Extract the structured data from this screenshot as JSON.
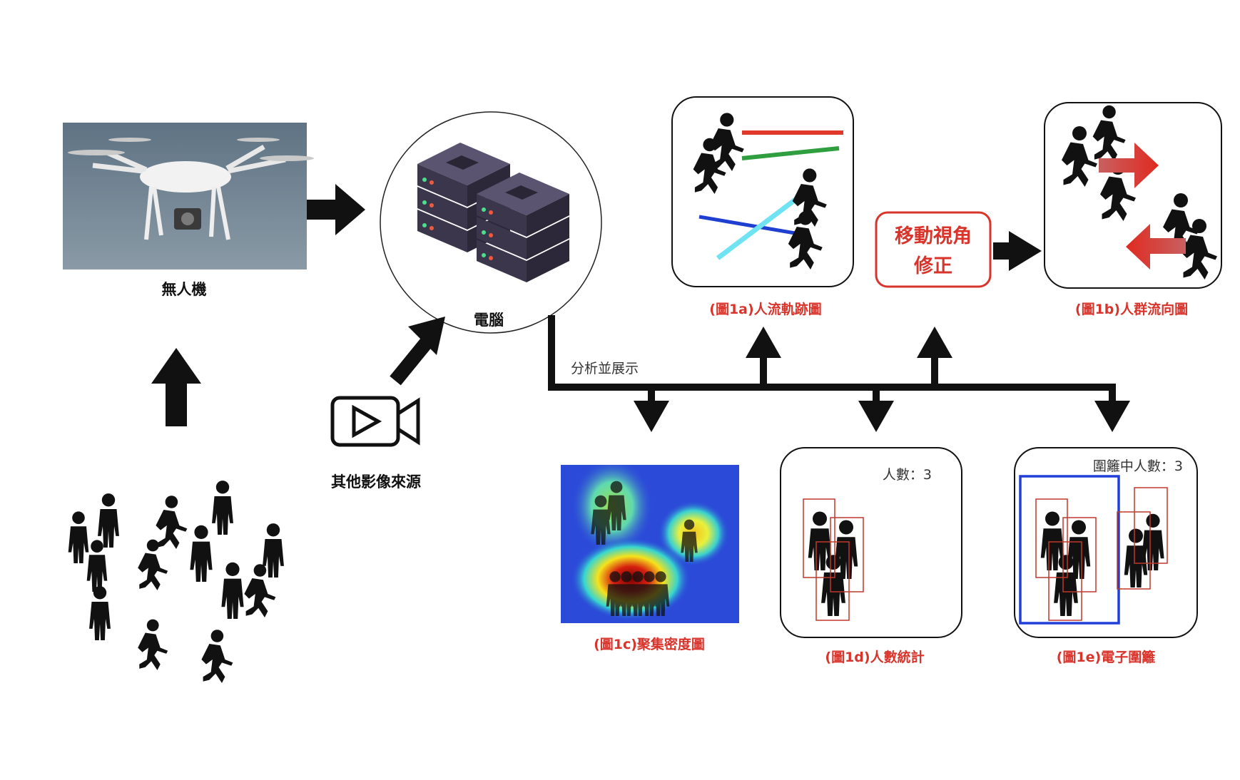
{
  "labels": {
    "drone": "無人機",
    "computer": "電腦",
    "other_sources": "其他影像來源",
    "analyze": "分析並展示",
    "correction_line1": "移動視角",
    "correction_line2": "修正",
    "fig_1a": "(圖1a)人流軌跡圖",
    "fig_1b": "(圖1b)人群流向圖",
    "fig_1c": "(圖1c)聚集密度圖",
    "fig_1d": "(圖1d)人數統計",
    "fig_1e": "(圖1e)電子圍籬"
  },
  "panels": {
    "count_text": "人數：3",
    "fence_count_text": "圍籬中人數：3"
  },
  "colors": {
    "accent_red": "#d9342b",
    "fence_blue": "#1f3fd8",
    "track_red": "#e0392b",
    "track_green": "#2e9e3e",
    "track_blue": "#1e3fd0",
    "track_cyan": "#6fe3f2",
    "server_body": "#3f3a52"
  },
  "icons": {
    "drone": "drone-photo",
    "server": "server-stack-icon",
    "camera": "video-camera-icon",
    "crowd": "crowd-people-icon"
  }
}
